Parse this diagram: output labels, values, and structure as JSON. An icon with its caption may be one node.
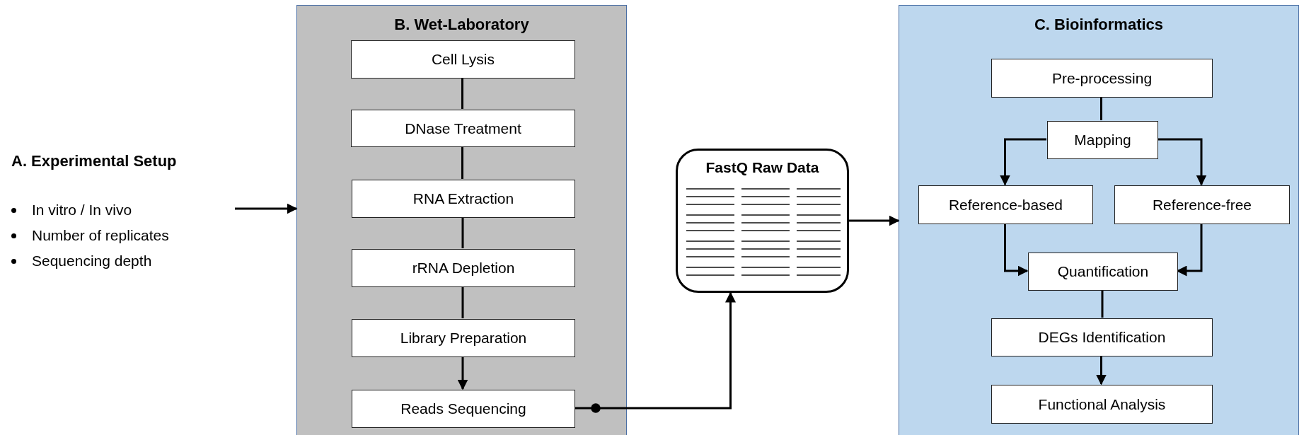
{
  "diagram": {
    "nodes": [
      {
        "text": [
          "A. Experimental Setup",
          "In vitro / In vivo",
          "Number of replicates",
          "Sequencing depth"
        ]
      },
      {
        "text": [
          "B. Wet-Laboratory"
        ]
      },
      {
        "text": [
          "Cell Lysis"
        ],
        "in": 1
      },
      {
        "text": [
          "DNase Treatment"
        ],
        "in": 1
      },
      {
        "text": [
          "RNA Extraction"
        ],
        "in": 1
      },
      {
        "text": [
          "rRNA Depletion"
        ],
        "in": 1
      },
      {
        "text": [
          "Library Preparation"
        ],
        "in": 1
      },
      {
        "text": [
          "Reads Sequencing"
        ],
        "in": 1
      },
      {
        "text": [
          "FastQ Raw Data"
        ]
      },
      {
        "text": [
          "C. Bioinformatics"
        ]
      },
      {
        "text": [
          "Pre-processing"
        ],
        "in": 9
      },
      {
        "text": [
          "Mapping"
        ],
        "in": 9
      },
      {
        "text": [
          "Reference-based"
        ],
        "in": 9
      },
      {
        "text": [
          "Reference-free"
        ],
        "in": 9
      },
      {
        "text": [
          "Quantification"
        ],
        "in": 9
      },
      {
        "text": [
          "DEGs Identification"
        ],
        "in": 9
      },
      {
        "text": [
          "Functional Analysis"
        ],
        "in": 9
      }
    ],
    "edges": [
      {
        "from": 0,
        "to": 1,
        "arrow": "to"
      },
      {
        "from": 2,
        "to": 3,
        "arrow": "none"
      },
      {
        "from": 3,
        "to": 4,
        "arrow": "none"
      },
      {
        "from": 4,
        "to": 5,
        "arrow": "none"
      },
      {
        "from": 5,
        "to": 6,
        "arrow": "none"
      },
      {
        "from": 6,
        "to": 7,
        "arrow": "to"
      },
      {
        "from": 7,
        "to": 8,
        "arrow": "to"
      },
      {
        "from": 8,
        "to": 9,
        "arrow": "to"
      },
      {
        "from": 10,
        "to": 11,
        "arrow": "none"
      },
      {
        "from": 11,
        "to": 12,
        "arrow": "to"
      },
      {
        "from": 11,
        "to": 13,
        "arrow": "to"
      },
      {
        "from": 12,
        "to": 14,
        "arrow": "to"
      },
      {
        "from": 13,
        "to": 14,
        "arrow": "to"
      },
      {
        "from": 14,
        "to": 15,
        "arrow": "none"
      },
      {
        "from": 15,
        "to": 16,
        "arrow": "to"
      }
    ]
  }
}
